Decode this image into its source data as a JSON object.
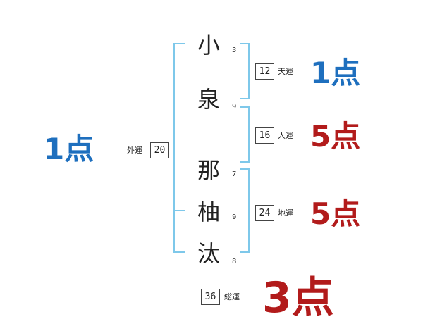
{
  "name": {
    "chars": [
      {
        "char": "小",
        "strokes": "3"
      },
      {
        "char": "泉",
        "strokes": "9"
      },
      {
        "char": "那",
        "strokes": "7"
      },
      {
        "char": "柚",
        "strokes": "9"
      },
      {
        "char": "汰",
        "strokes": "8"
      }
    ]
  },
  "fortunes": {
    "gaiun": {
      "value": "20",
      "label": "外運",
      "score": "1点"
    },
    "tenun": {
      "value": "12",
      "label": "天運",
      "score": "1点"
    },
    "jinun": {
      "value": "16",
      "label": "人運",
      "score": "5点"
    },
    "chiun": {
      "value": "24",
      "label": "地運",
      "score": "5点"
    },
    "souun": {
      "value": "36",
      "label": "総運",
      "score": "3点"
    }
  },
  "colors": {
    "bracket": "#7ec8ea",
    "good": "#1e6fbe",
    "bad": "#b21b1b"
  }
}
